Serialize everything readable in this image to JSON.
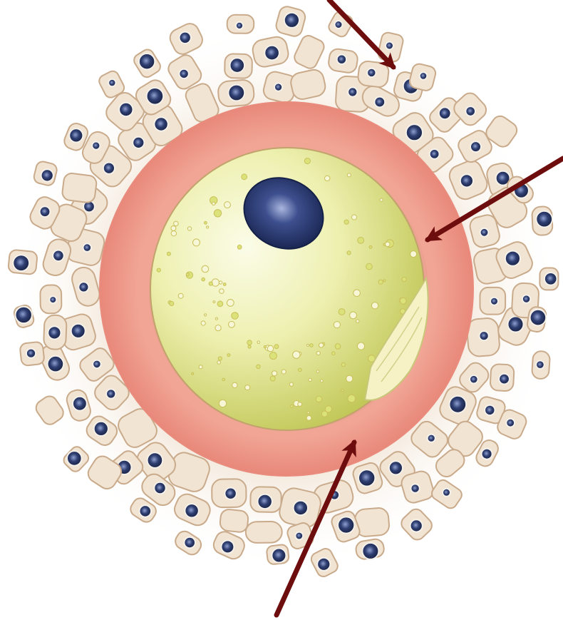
{
  "colors": {
    "background": "#ffffff",
    "arrow": "#6e0d0d",
    "zona_pellucida": "#ef9a8c",
    "zona_inner_edge": "#d98a78",
    "ooplasm_light": "#f4f6c8",
    "ooplasm_dark": "#b9c04a",
    "nucleus": "#1f2f6a",
    "cell_fill": "#f2e4d2",
    "cell_stroke": "#c9ab8c",
    "cell_nucleus": "#26345e",
    "granules": "#dce27a"
  },
  "diagram": {
    "parts": [
      "corona-radiata-cells",
      "zona-pellucida",
      "oocyte-cytoplasm",
      "oocyte-nucleus",
      "polar-body"
    ],
    "arrow_count": 3,
    "labels": []
  }
}
